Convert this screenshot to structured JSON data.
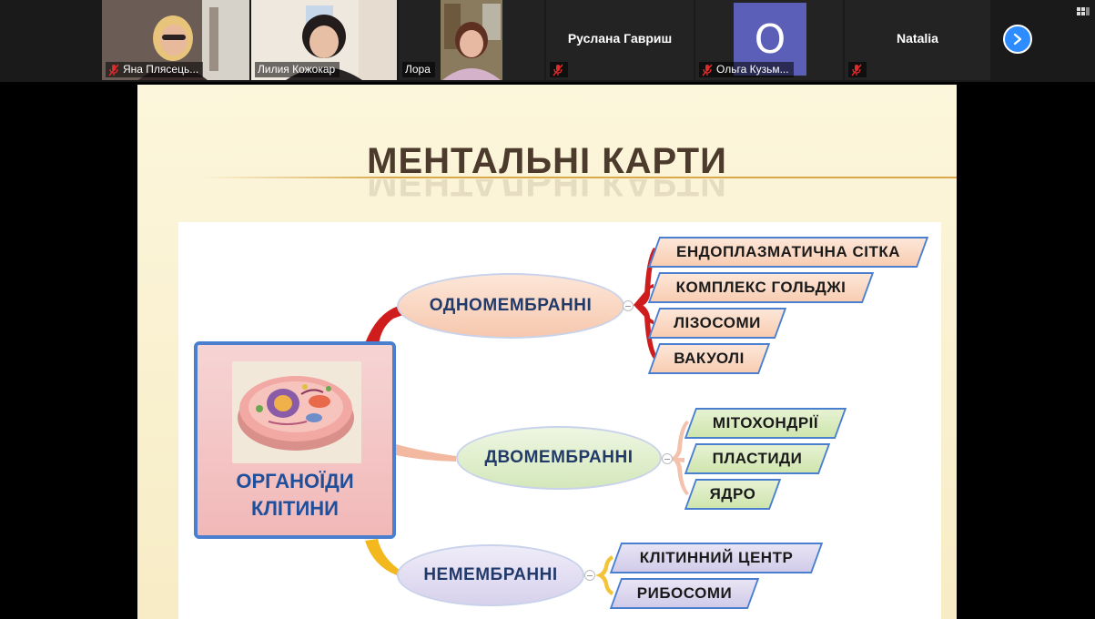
{
  "participants": [
    {
      "name": "Яна Плясець...",
      "muted": true,
      "video": true
    },
    {
      "name": "Лилия Кожокар",
      "muted": false,
      "video": true,
      "active": true
    },
    {
      "name": "Лора",
      "muted": false,
      "video": true
    },
    {
      "name": "Руслана Гавриш",
      "muted": true,
      "video": false
    },
    {
      "name": "Ольга Кузьм...",
      "muted": true,
      "video": false,
      "avatar_letter": "O"
    },
    {
      "name": "Natalia",
      "muted": true,
      "video": false
    }
  ],
  "slide": {
    "title": "МЕНТАЛЬНІ КАРТИ",
    "root": {
      "line1": "ОРГАНОЇДИ",
      "line2": "КЛІТИНИ"
    },
    "branches": [
      {
        "label": "ОДНОМЕМБРАННІ",
        "items": [
          "ЕНДОПЛАЗМАТИЧНА СІТКА",
          "КОМПЛЕКС ГОЛЬДЖІ",
          "ЛІЗОСОМИ",
          "ВАКУОЛІ"
        ]
      },
      {
        "label": "ДВОМЕМБРАННІ",
        "items": [
          "МІТОХОНДРІЇ",
          "ПЛАСТИДИ",
          "ЯДРО"
        ]
      },
      {
        "label": "НЕМЕМБРАННІ",
        "items": [
          "КЛІТИННИЙ ЦЕНТР",
          "РИБОСОМИ"
        ]
      }
    ]
  },
  "colors": {
    "accent_blue": "#2d8cff",
    "muted_red": "#e02b2b",
    "branch1": "#cf1d1d",
    "branch2": "#f2b9a0",
    "branch3": "#f3b81d"
  },
  "icons": [
    "mic-muted-icon",
    "chevron-right-icon",
    "view-grid-icon",
    "collapse-icon"
  ]
}
